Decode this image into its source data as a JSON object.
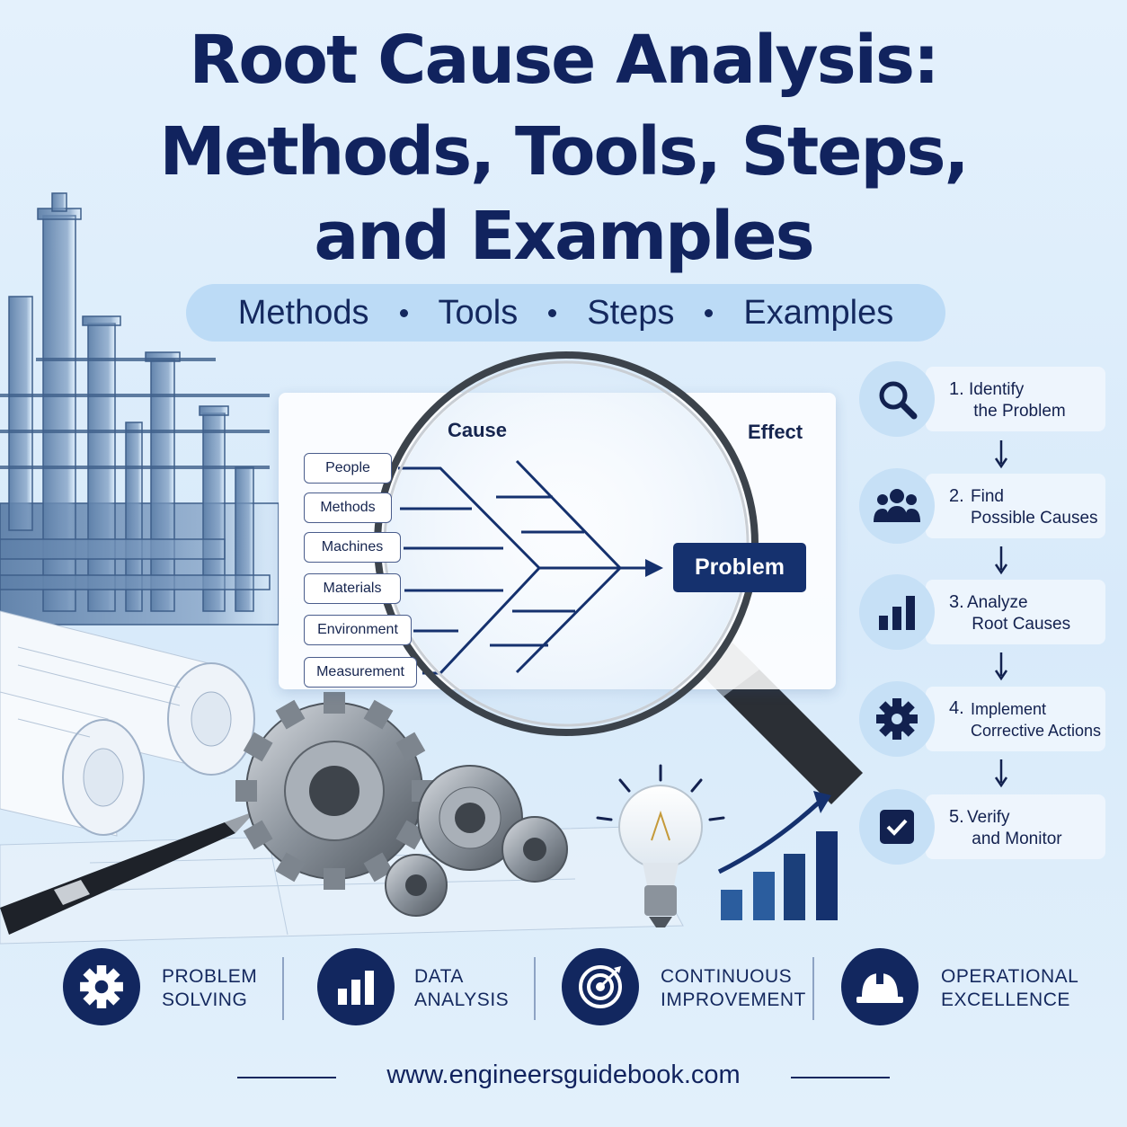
{
  "title": {
    "line1": "Root Cause Analysis:",
    "line2": "Methods, Tools, Steps,",
    "line3": "and Examples"
  },
  "subtitle_pills": [
    "Methods",
    "Tools",
    "Steps",
    "Examples"
  ],
  "fishbone": {
    "cause_label": "Cause",
    "effect_label": "Effect",
    "categories": [
      "People",
      "Methods",
      "Machines",
      "Materials",
      "Environment",
      "Measurement"
    ],
    "problem_label": "Problem"
  },
  "steps": [
    {
      "number": "1.",
      "text": "Identify\n the Problem",
      "icon": "search-icon"
    },
    {
      "number": "2.",
      "text": "Find\nPossible Causes",
      "icon": "people-icon"
    },
    {
      "number": "3.",
      "text": "Analyze\n Root Causes",
      "icon": "bar-chart-icon"
    },
    {
      "number": "4.",
      "text": "Implement\nCorrective Actions",
      "icon": "gear-icon"
    },
    {
      "number": "5.",
      "text": "Verify\n and Monitor",
      "icon": "checkbox-icon"
    }
  ],
  "bottom_items": [
    {
      "text": "PROBLEM\nSOLVING",
      "icon": "gear-icon"
    },
    {
      "text": "DATA\nANALYSIS",
      "icon": "bar-chart-icon"
    },
    {
      "text": "CONTINUOUS\nIMPROVEMENT",
      "icon": "target-icon"
    },
    {
      "text": "OPERATIONAL\nEXCELLENCE",
      "icon": "hard-hat-icon"
    }
  ],
  "website": "www.engineersguidebook.com",
  "colors": {
    "navy": "#12275f",
    "background": "#dcecfa",
    "pill": "#bcdbf6",
    "icon_circle": "#c6e0f6"
  }
}
